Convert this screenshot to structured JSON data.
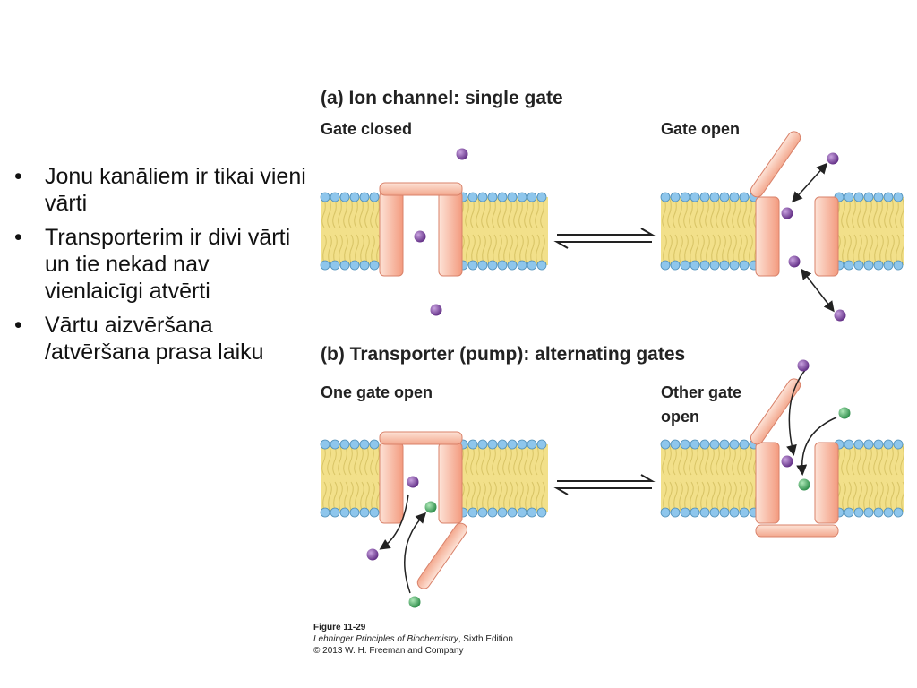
{
  "bullets": [
    "Jonu kanāliem ir tikai vieni vārti",
    "Transporterim ir divi vārti un tie nekad nav vienlaicīgi atvērti",
    "Vārtu aizvēršana /atvēršana prasa laiku"
  ],
  "figure": {
    "panel_a": {
      "title": "(a)  Ion channel: single gate",
      "left_label": "Gate closed",
      "right_label": "Gate open"
    },
    "panel_b": {
      "title": "(b)  Transporter (pump): alternating gates",
      "left_label": "One gate open",
      "right_label_line1": "Other gate",
      "right_label_line2": "open"
    },
    "caption_line1": "Figure 11-29",
    "caption_line2_italic": "Lehninger Principles of Biochemistry",
    "caption_line2_rest": ", Sixth Edition",
    "caption_line3": "© 2013 W. H. Freeman and Company"
  },
  "colors": {
    "lipid_head": "#8ec6ec",
    "lipid_tail": "#f2e08a",
    "protein": "#f4a78c",
    "ion_purple": "#7b3f9e",
    "ion_green": "#3aa65a"
  }
}
